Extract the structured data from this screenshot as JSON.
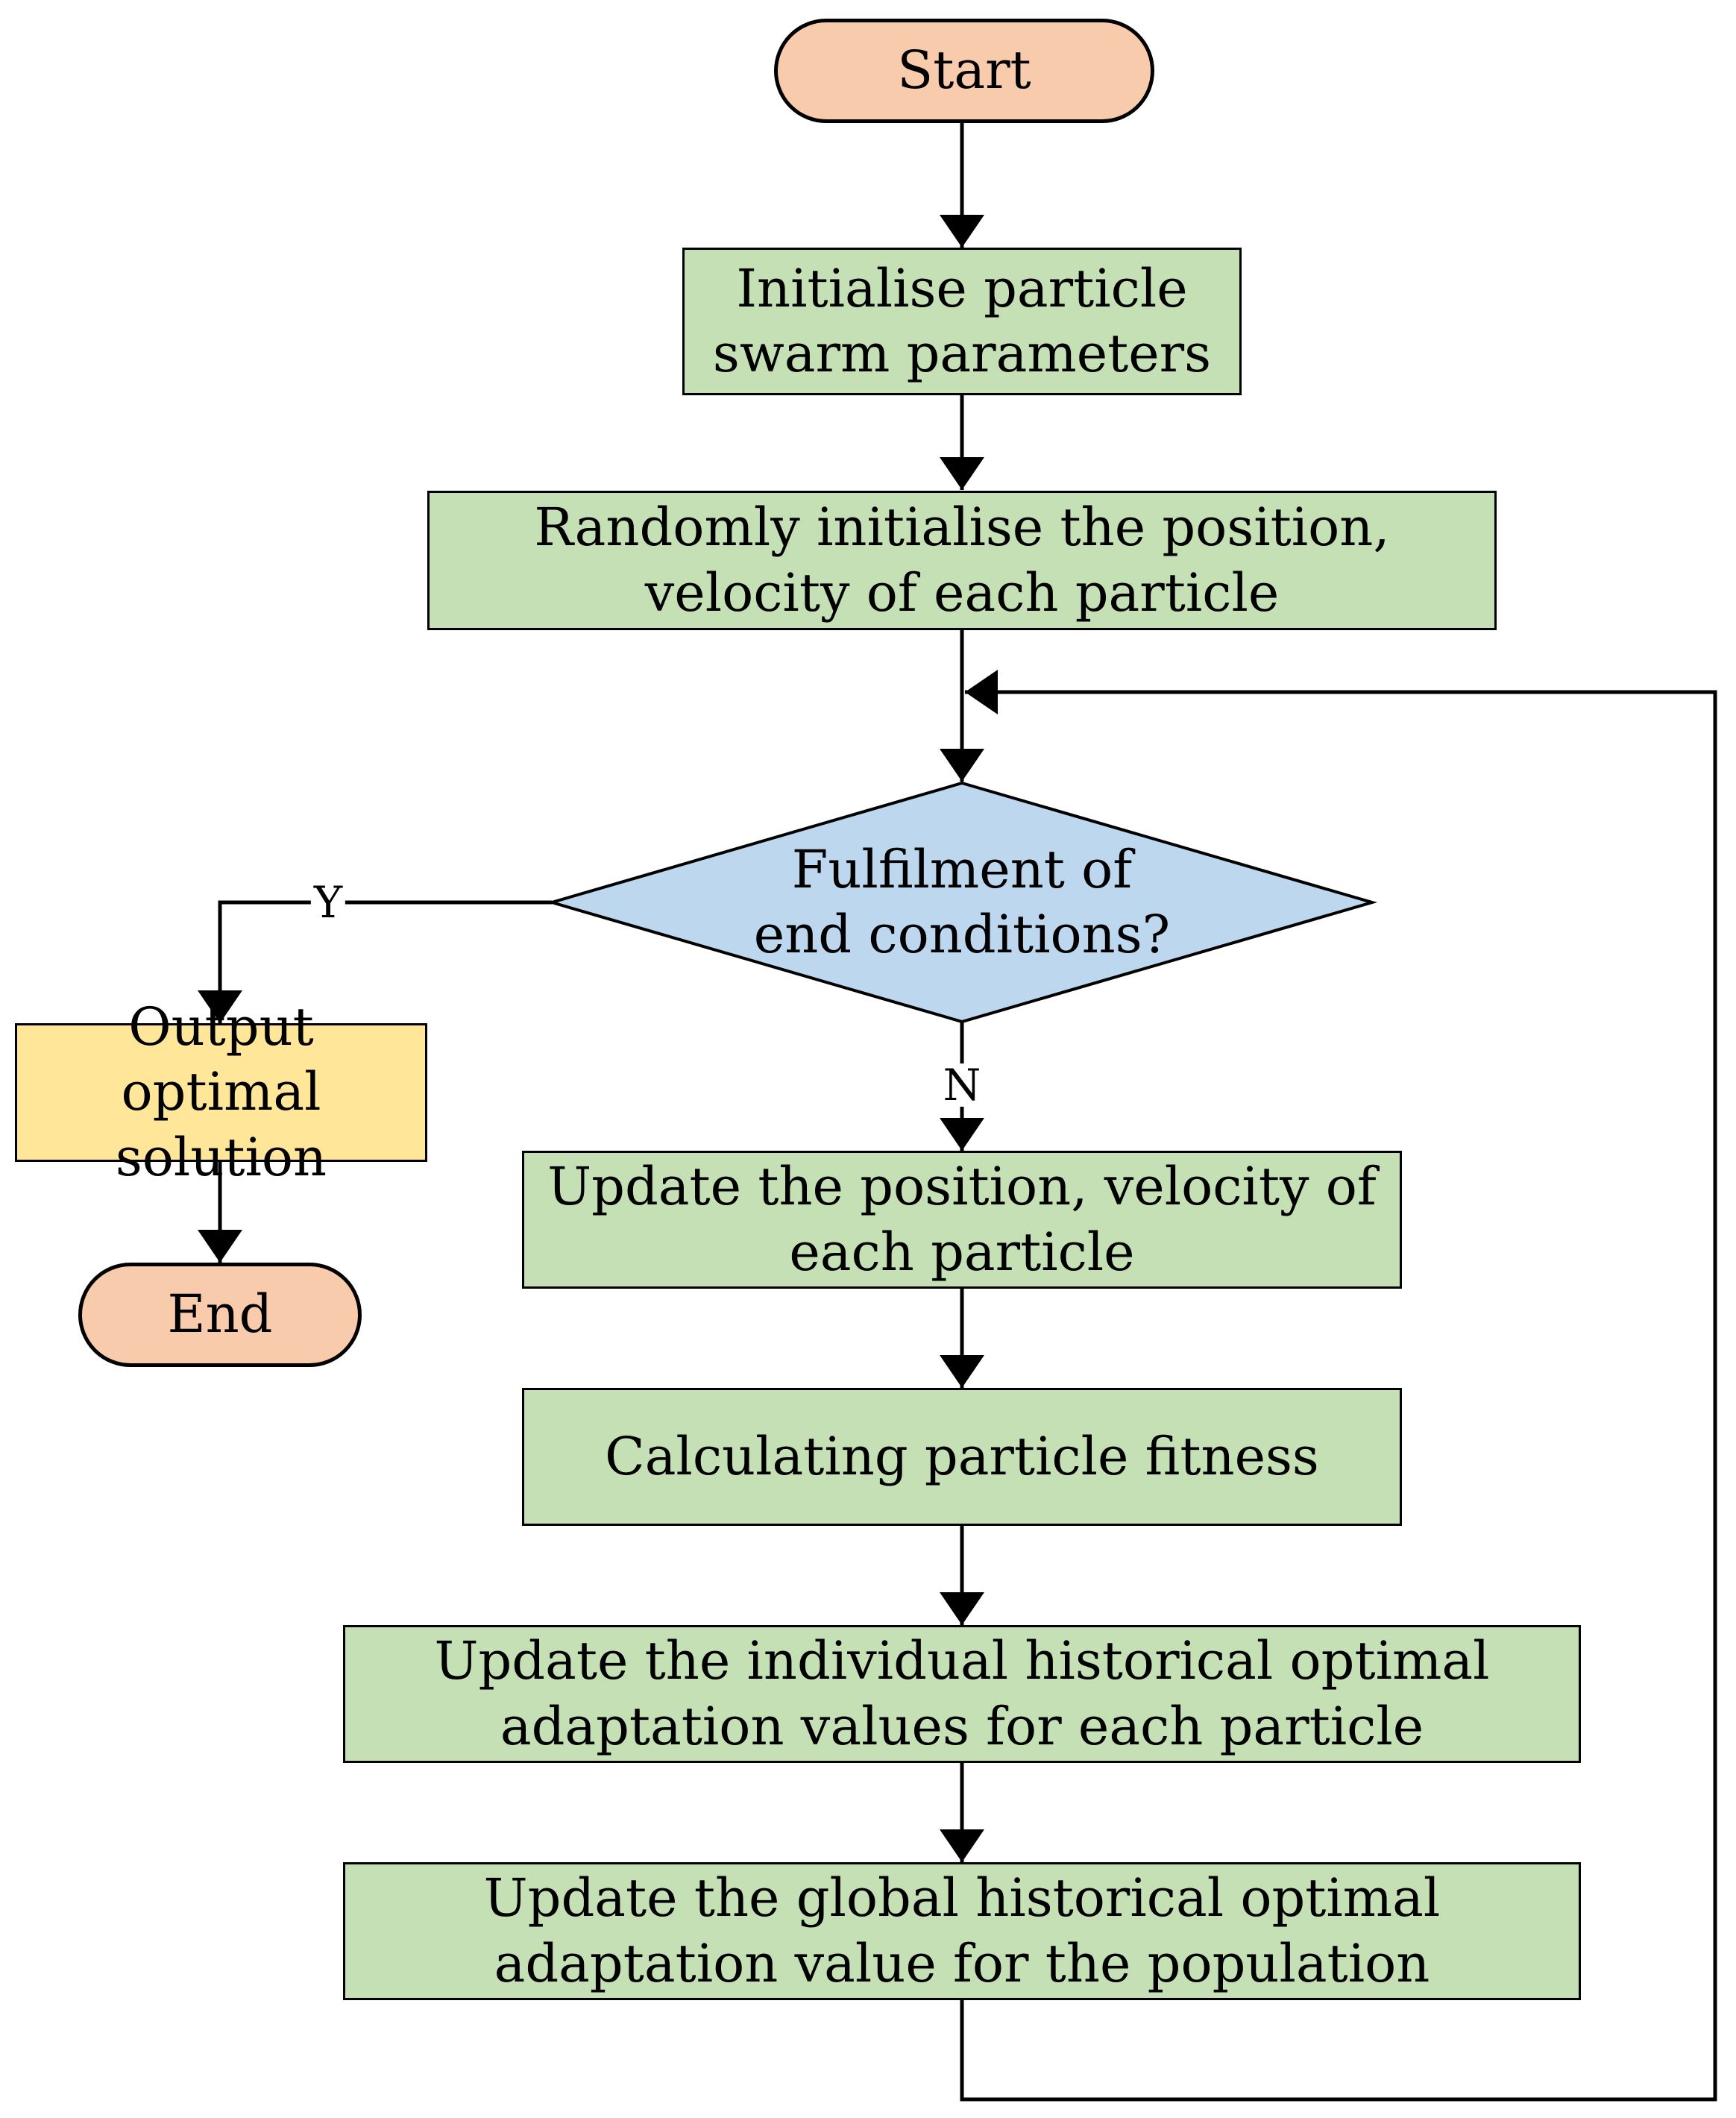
{
  "colors": {
    "terminal": "#f8cbad",
    "process": "#c5e0b4",
    "decision": "#bdd7ee",
    "output": "#ffe699",
    "stroke": "#000000"
  },
  "nodes": {
    "start": "Start",
    "init_params": "Initialise particle swarm parameters",
    "random_init": "Randomly initialise the position, velocity of each particle",
    "decision": "Fulfilment of end conditions?",
    "output": "Output optimal solution",
    "end": "End",
    "update_pos": "Update the position, velocity of each particle",
    "fitness": "Calculating particle fitness",
    "update_individual": "Update the individual historical optimal adaptation values for each particle",
    "update_global": "Update the global historical optimal adaptation value for the population"
  },
  "edge_labels": {
    "yes": "Y",
    "no": "N"
  }
}
